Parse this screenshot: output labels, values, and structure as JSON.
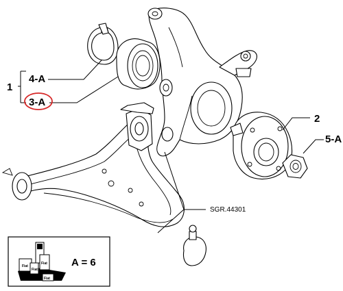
{
  "labels": {
    "group": "1",
    "circlip": "4-A",
    "bearing": "3-A",
    "hub": "2",
    "nut": "5-A",
    "reference": "SGR.44301"
  },
  "legend": {
    "equation": "A = 6",
    "icon_tags": [
      "Fiat",
      "Fiat",
      "Fiat",
      "Fiat"
    ]
  },
  "colors": {
    "highlight": "#d62828",
    "ink": "#000000"
  }
}
